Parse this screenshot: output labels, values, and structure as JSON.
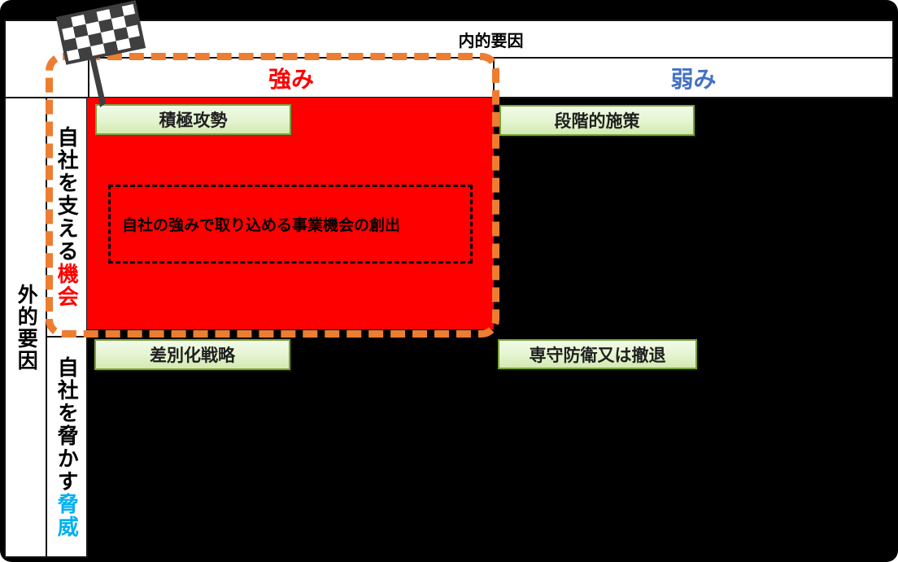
{
  "matrix": {
    "title_axis_top": "内的要因",
    "title_axis_left": "外的要因",
    "columns": [
      {
        "id": "strength",
        "label": "強み"
      },
      {
        "id": "weakness",
        "label": "弱み"
      }
    ],
    "rows": [
      {
        "id": "opportunity",
        "label_prefix": "自社を支える",
        "label_keyword": "機会"
      },
      {
        "id": "threat",
        "label_prefix": "自社を脅かす",
        "label_keyword": "脅威"
      }
    ],
    "quadrants": [
      {
        "id": "strength-opportunity",
        "strategy_label": "積極攻勢",
        "highlighted": true,
        "note": "自社の強みで取り込める事業機会の創出"
      },
      {
        "id": "weakness-opportunity",
        "strategy_label": "段階的施策",
        "highlighted": false
      },
      {
        "id": "strength-threat",
        "strategy_label": "差別化戦略",
        "highlighted": false
      },
      {
        "id": "weakness-threat",
        "strategy_label": "専守防衛又は撤退",
        "highlighted": false
      }
    ],
    "icons": [
      {
        "name": "checkered-flag-icon",
        "meaning": "goal / focus marker on highlighted quadrant"
      }
    ],
    "colors": {
      "highlight_red": "#FF0000",
      "strength_red": "#FF0000",
      "weakness_blue": "#4472C4",
      "opportunity_red": "#FF0000",
      "threat_cyan": "#00B0F0",
      "frame_orange": "#ED7D31",
      "label_green_border": "#7AA23C",
      "quadrant_background": "#000000",
      "cell_background": "#FFFFFF"
    }
  }
}
